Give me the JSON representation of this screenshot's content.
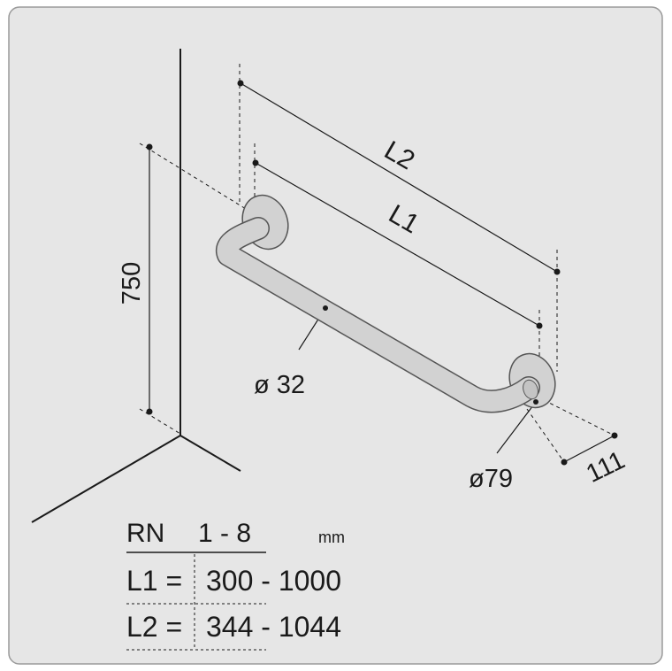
{
  "colors": {
    "background": "#e6e6e6",
    "frame": "#9a9a9a",
    "line": "#1a1a1a",
    "bar_fill": "#d2d2d2",
    "bar_stroke": "#555555"
  },
  "dimensions": {
    "height": "750",
    "l2": "L2",
    "l1": "L1",
    "bar_diameter": "ø 32",
    "flange_diameter": "ø79",
    "projection": "111"
  },
  "spec_table": {
    "model": "RN",
    "range": "1 - 8",
    "unit": "mm",
    "rows": [
      {
        "label": "L1 =",
        "value": "300 - 1000"
      },
      {
        "label": "L2 =",
        "value": "344 - 1044"
      }
    ]
  }
}
